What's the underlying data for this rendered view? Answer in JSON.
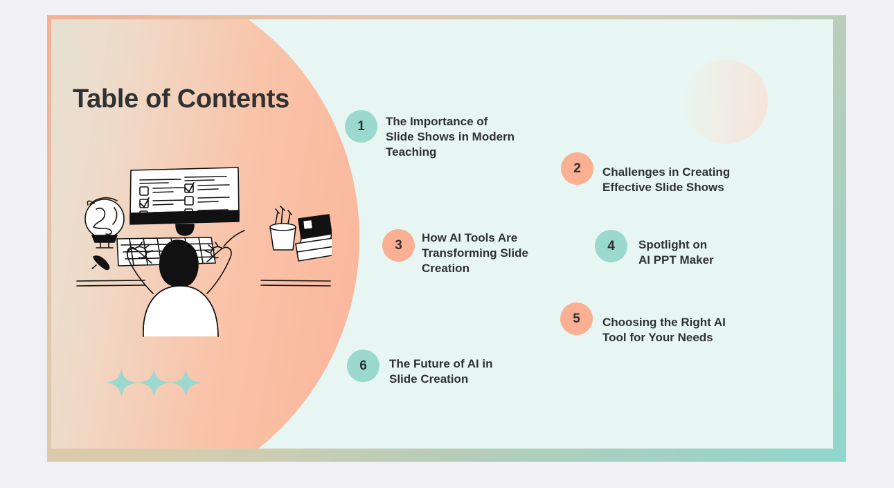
{
  "page": {
    "background_color": "#F1F0F5"
  },
  "slide": {
    "background_color": "#E7F6F2",
    "frame_gradient_start": "#F4AF91",
    "frame_gradient_end": "#8FD6CC",
    "title": "Table of Contents",
    "accent_teal": "#9BD9CE",
    "accent_peach": "#FBB094",
    "text_color": "#2F3132",
    "decoration": {
      "left_oval_name": "peach-gradient-oval",
      "deco_circle_name": "soft-gradient-circle",
      "sparkle_count": 3,
      "sparkle_color": "#9BD9CE"
    },
    "illustration": {
      "name": "person-at-desk-with-monitor-checklist",
      "elements": [
        "monitor",
        "checklist",
        "globe",
        "pen",
        "pencil-cup",
        "books",
        "keyboard",
        "person"
      ]
    },
    "toc_items": [
      {
        "number": "1",
        "label": "The Importance of\nSlide Shows in Modern\n Teaching",
        "color": "teal"
      },
      {
        "number": "2",
        "label": "Challenges in Creating\nEffective Slide Shows",
        "color": "peach"
      },
      {
        "number": "3",
        "label": "How AI Tools Are\nTransforming Slide\nCreation",
        "color": "peach"
      },
      {
        "number": "4",
        "label": "Spotlight on\nAI PPT Maker",
        "color": "teal"
      },
      {
        "number": "5",
        "label": "Choosing the Right AI\nTool for Your Needs",
        "color": "peach"
      },
      {
        "number": "6",
        "label": "The Future of AI in\nSlide Creation",
        "color": "teal"
      }
    ]
  }
}
